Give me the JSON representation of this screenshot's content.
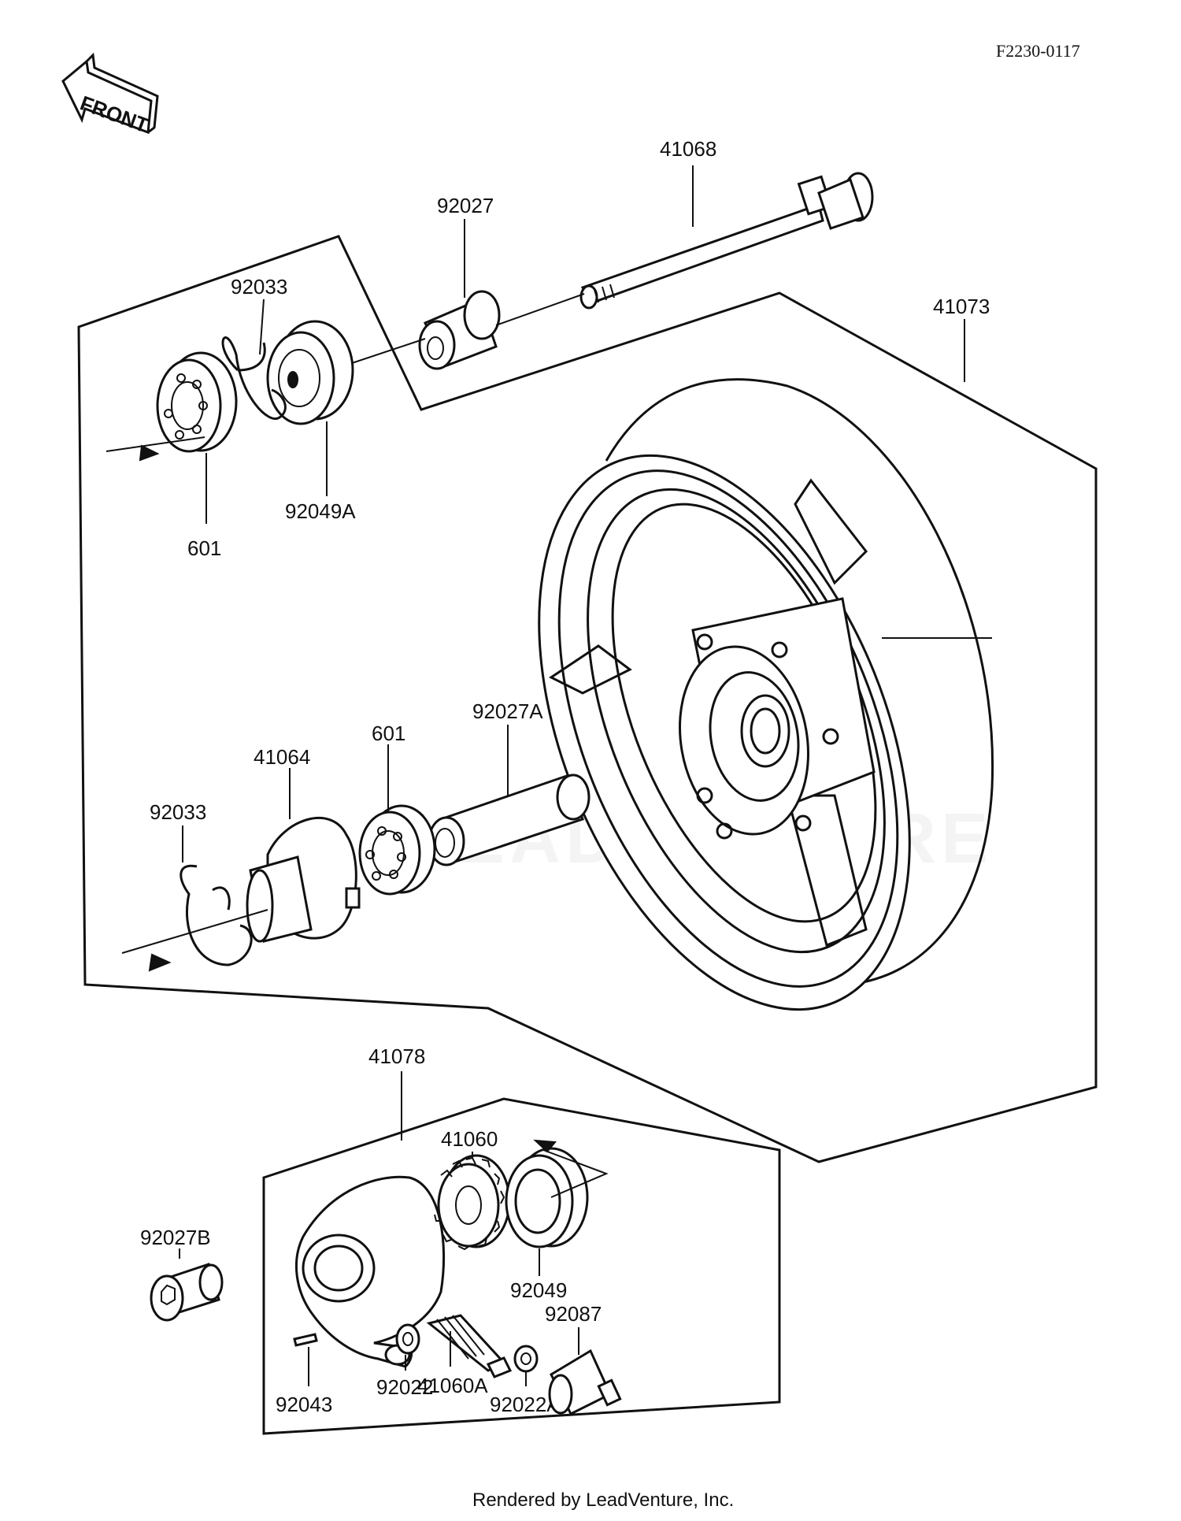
{
  "reference_code": "F2230-0117",
  "front_label": "FRONT",
  "watermark": "LEADVENTURE",
  "footer": "Rendered by LeadVenture, Inc.",
  "parts": {
    "p41068": "41068",
    "p92027": "92027",
    "p92033_top": "92033",
    "p41073": "41073",
    "p92049A": "92049A",
    "p601_top": "601",
    "p41064": "41064",
    "p601_mid": "601",
    "p92027A": "92027A",
    "p92033_mid": "92033",
    "p41078": "41078",
    "p41060": "41060",
    "p92027B": "92027B",
    "p92049": "92049",
    "p92087": "92087",
    "p92043": "92043",
    "p92022": "92022",
    "p41060A": "41060A",
    "p92022A": "92022A"
  }
}
